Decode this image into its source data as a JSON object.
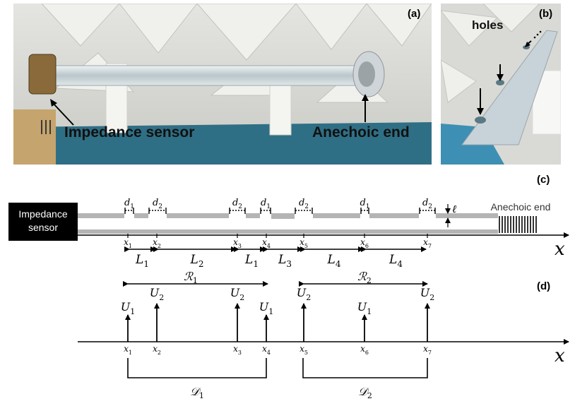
{
  "photos": {
    "a": {
      "tag": "(a)",
      "sensor_label": "Impedance sensor",
      "end_label": "Anechoic end"
    },
    "b": {
      "tag": "(b)",
      "holes_label": "holes"
    }
  },
  "panel_c": {
    "tag": "(c)",
    "sensor_box_line1": "Impedance",
    "sensor_box_line2": "sensor",
    "anechoic_label": "Anechoic end",
    "ell": "ℓ",
    "axis_label": "x",
    "positions": [
      "x1",
      "x2",
      "x3",
      "x4",
      "x5",
      "x6",
      "x7"
    ],
    "hole_widths": [
      "d1",
      "d2",
      "d2",
      "d1",
      "d2",
      "d1",
      "d2"
    ],
    "segments": [
      "L1",
      "L2",
      "L1",
      "L3",
      "L4",
      "L4"
    ]
  },
  "panel_d": {
    "tag": "(d)",
    "axis_label": "x",
    "positions": [
      "x1",
      "x2",
      "x3",
      "x4",
      "x5",
      "x6",
      "x7"
    ],
    "units": [
      "U1",
      "U2",
      "U2",
      "U1",
      "U2",
      "U1",
      "U2"
    ],
    "regions": [
      "R1",
      "R2"
    ],
    "domains": [
      "D1",
      "D2"
    ]
  },
  "colors": {
    "sensor_box": "#000000",
    "duct_wall": "#b4b4b4",
    "photo_bg_light": "#d9dad6",
    "photo_table": "#2f6f85",
    "photo_tube": "#c7d3d8"
  }
}
